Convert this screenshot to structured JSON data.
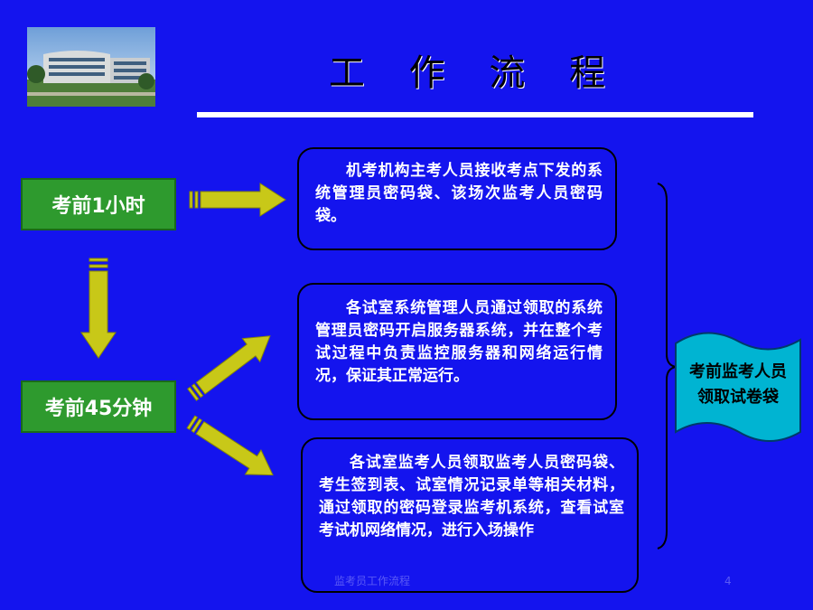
{
  "title": "工 作 流 程",
  "steps": {
    "before_1h": "考前1小时",
    "before_45m": "考前45分钟"
  },
  "boxes": {
    "box1": "机考机构主考人员接收考点下发的系统管理员密码袋、该场次监考人员密码袋。",
    "box2": "各试室系统管理人员通过领取的系统管理员密码开启服务器系统，并在整个考试过程中负责监控服务器和网络运行情况，保证其正常运行。",
    "box3": "各试室监考人员领取监考人员密码袋、考生签到表、试室情况记录单等相关材料，通过领取的密码登录监考机系统，查看试室考试机网络情况，进行入场操作"
  },
  "banner": {
    "line1": "考前监考人员",
    "line2": "领取试卷袋"
  },
  "footer": {
    "text": "监考员工作流程",
    "page": "4"
  },
  "colors": {
    "background": "#1414ee",
    "step_box": "#2e9a2e",
    "arrow": "#c8c818",
    "banner": "#00b4d2"
  }
}
